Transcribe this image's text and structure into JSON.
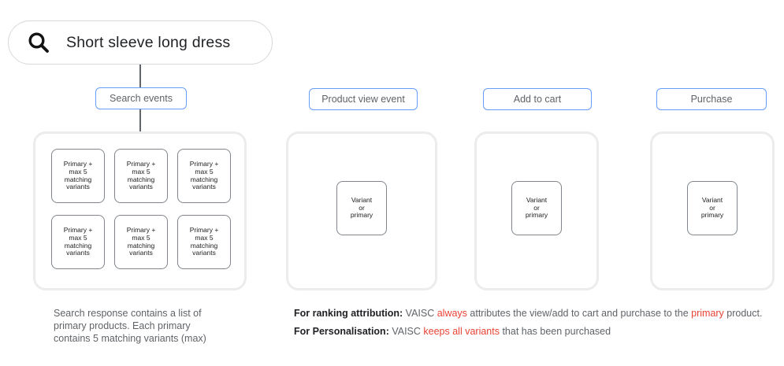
{
  "search_bar": {
    "query": "Short sleeve long dress",
    "icon": "search-icon"
  },
  "event_labels": {
    "search": "Search events",
    "product_view": "Product view event",
    "add_to_cart": "Add to cart",
    "purchase": "Purchase"
  },
  "boxes": {
    "primary": "Primary +\nmax 5\nmatching\nvariants",
    "variant": "Variant\nor\nprimary"
  },
  "annotations": {
    "left_note": "Search response contains a list of\nprimary products. Each primary\ncontains 5 matching variants (max)",
    "ranking": {
      "heading": "For ranking attribution:",
      "seg1": " VAISC ",
      "red1": "always",
      "seg2": " attributes the view/add to cart and purchase to the ",
      "red2": "primary",
      "seg3": " product."
    },
    "personalisation": {
      "heading": "For Personalisation:",
      "seg1": " VAISC ",
      "red1": "keeps all variants",
      "seg2": " that has been purchased"
    }
  },
  "colors": {
    "label_border_blue": "#669df6",
    "panel_border_gray": "#ececec",
    "box_border_gray": "#80868b",
    "text_gray": "#5f6368",
    "text_dark": "#202124",
    "highlight_red": "#ea4335"
  }
}
